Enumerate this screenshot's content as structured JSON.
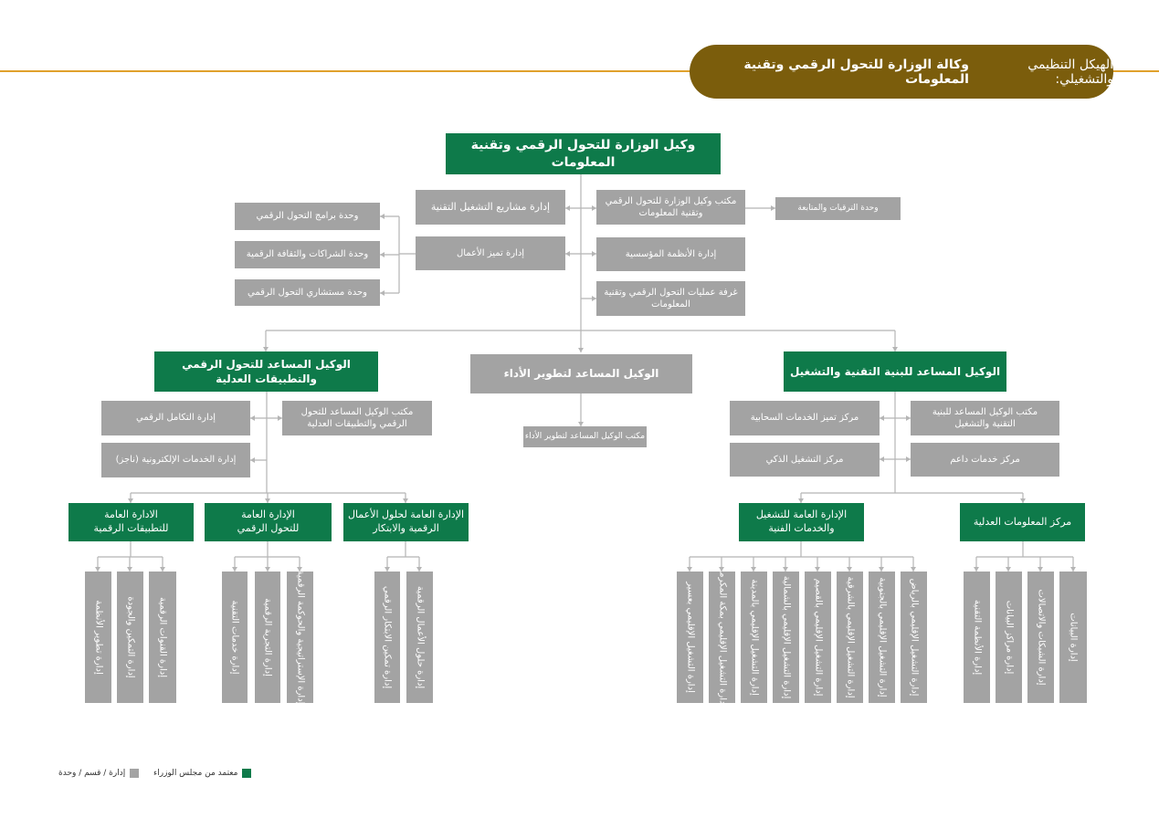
{
  "header": {
    "prefix": "الهيكل التنظيمي والتشغيلي:",
    "title": "وكالة الوزارة للتحول الرقمي وتقنية المعلومات"
  },
  "colors": {
    "approved": "#0e7a4a",
    "unit": "#a3a3a3",
    "header_bg": "#7b5d0c",
    "header_rule": "#e0a12c",
    "lines": "#b5b5b5"
  },
  "top": {
    "deputy": "وكيل الوزارة للتحول الرقمي وتقنية المعلومات",
    "projects": "إدارة مشاريع التشغيل التقنية",
    "office": "مكتب وكيل الوزارة للتحول الرقمي وتقنية المعلومات",
    "followup": "وحدة الترقيات والمتابعة",
    "excellence": "إدارة تميز الأعمال",
    "systems": "إدارة الأنظمة المؤسسية",
    "ops_room": "غرفة عمليات التحول الرقمي وتقنية المعلومات",
    "programs_unit": "وحدة برامج التحول الرقمي",
    "partnerships_unit": "وحدة الشراكات والثقافة الرقمية",
    "advisors_unit": "وحدة مستشاري التحول الرقمي"
  },
  "assistants": {
    "infra": "الوكيل المساعد للبنية التقنية والتشغيل",
    "perf": "الوكيل المساعد لتطوير الأداء",
    "apps": "الوكيل المساعد للتحول الرقمي والتطبيقات العدلية"
  },
  "perf_branch": {
    "office": "مكتب الوكيل المساعد لتطوير الأداء"
  },
  "apps_branch": {
    "office": "مكتب الوكيل المساعد للتحول الرقمي والتطبيقات العدلية",
    "integration": "إدارة التكامل الرقمي",
    "eservices": "إدارة الخدمات الإلكترونية (ناجز)",
    "general_apps": "الادارة العامة للتطبيقات الرقمية",
    "general_dt": "الإدارة العامة للتحول الرقمي",
    "general_innov": "الإدارة العامة لحلول الأعمال الرقمية والابتكار",
    "apps_children": [
      "إدارة تطوير الأنظمة",
      "إدارة التمكين والجودة",
      "إدارة القنوات الرقمية"
    ],
    "dt_children": [
      "إدارة خدمات التقنية",
      "إدارة التجربة الرقمية",
      "إدارة الإستراتيجية والحوكمة الرقمية"
    ],
    "innov_children": [
      "إدارة تمكين الابتكار الرقمي",
      "إدارة حلول الأعمال الرقمية"
    ]
  },
  "infra_branch": {
    "office": "مكتب الوكيل المساعد للبنية التقنية والتشغيل",
    "cloud": "مركز تميز الخدمات السحابية",
    "support": "مركز خدمات داعم",
    "smart_ops": "مركز التشغيل الذكي",
    "general_ops": "الإدارة العامة للتشغيل والخدمات الفنية",
    "info_center": "مركز المعلومات العدلية",
    "ops_children": [
      "إدارة التشغيل الإقليمي بعسير",
      "إدارة التشغيل الإقليمي بمكة المكرمة",
      "إدارة التشغيل الإقليمي بالمدينة",
      "إدارة التشغيل الإقليمي بالشمالية",
      "إدارة التشغيل الإقليمي بالقصيم",
      "إدارة التشغيل الإقليمي بالشرقية",
      "إدارة التشغيل الإقليمي بالجنوبية",
      "إدارة التشغيل الإقليمي بالرياض"
    ],
    "info_children": [
      "إدارة الأنظمة التقنية",
      "إدارة مراكز البيانات",
      "إدارة الشبكات والاتصالات",
      "إدارة البيانات"
    ]
  },
  "legend": {
    "approved": "معتمد من مجلس الوزراء",
    "unit": "إدارة / قسم / وحدة"
  }
}
